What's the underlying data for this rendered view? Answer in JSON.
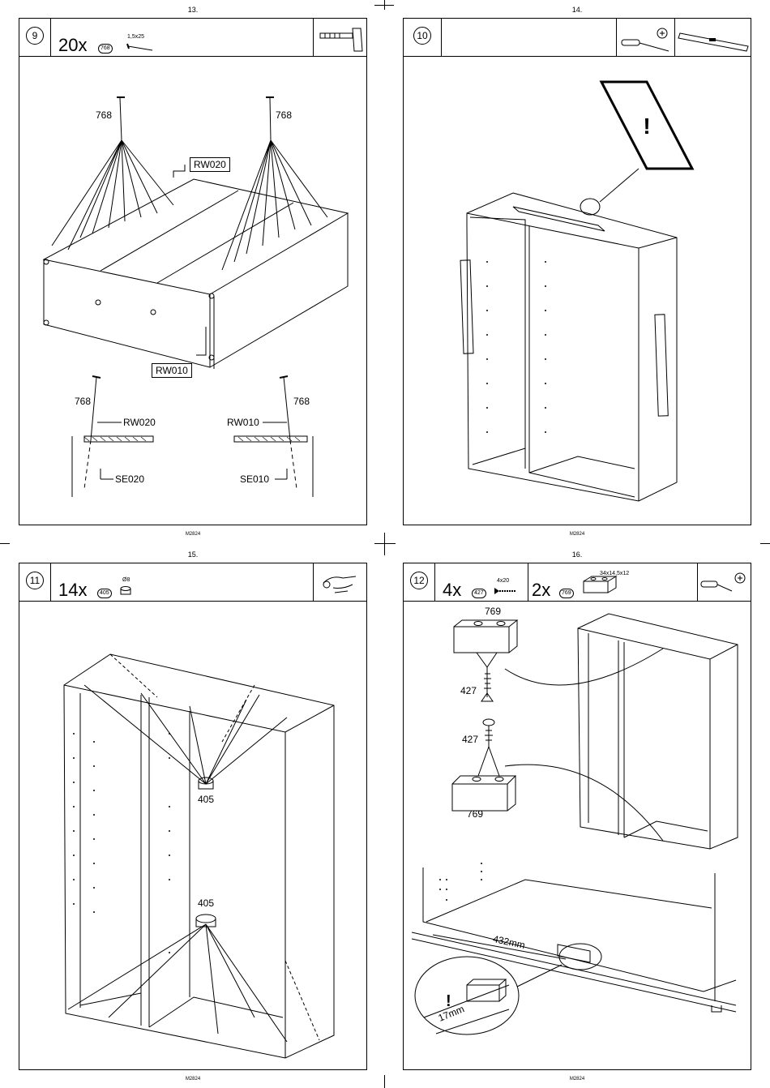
{
  "pages": [
    {
      "page_number": "13.",
      "step": "9",
      "qty": "20x",
      "part": "768",
      "size": "1,5x25",
      "code": "M2824",
      "labels": {
        "nail_a": "768",
        "nail_b": "768",
        "rw020_top": "RW020",
        "rw010": "RW010",
        "nail_c": "768",
        "nail_d": "768",
        "rw020_det": "RW020",
        "rw010_det": "RW010",
        "se020": "SE020",
        "se010": "SE010"
      },
      "tool": "hammer-icon"
    },
    {
      "page_number": "14.",
      "step": "10",
      "code": "M2824",
      "tools": [
        "screwdriver-icon",
        "spirit-level-icon"
      ]
    },
    {
      "page_number": "15.",
      "step": "11",
      "qty": "14x",
      "part": "405",
      "size": "Ø8",
      "code": "M2824",
      "labels": {
        "pin_top": "405",
        "pin_bottom": "405"
      },
      "tool": "hand-push-icon"
    },
    {
      "page_number": "16.",
      "step": "12",
      "qty_a": "4x",
      "part_a": "427",
      "size_a": "4x20",
      "qty_b": "2x",
      "part_b": "769",
      "size_b": "34x14,5x12",
      "code": "M2824",
      "labels": {
        "block_top": "769",
        "screw_top": "427",
        "screw_bottom": "427",
        "block_bottom": "769",
        "dim_main": "432mm",
        "dim_detail": "17mm"
      },
      "tools": [
        "screwdriver-icon",
        "phillips-bit-icon"
      ]
    }
  ]
}
